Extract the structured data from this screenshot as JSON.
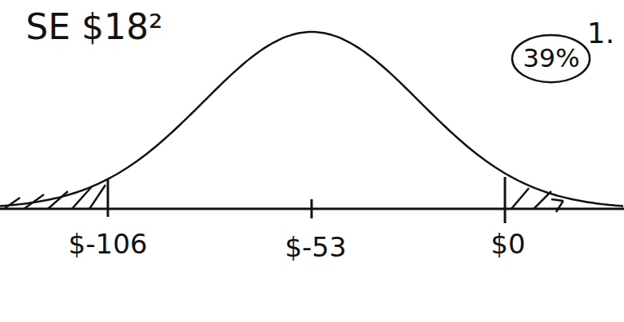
{
  "diagram": {
    "nodes": [
      {
        "text": [
          "39%"
        ]
      }
    ],
    "labels": [
      "SE $18²",
      "1.",
      "$-106",
      "$-53",
      "$0"
    ]
  }
}
